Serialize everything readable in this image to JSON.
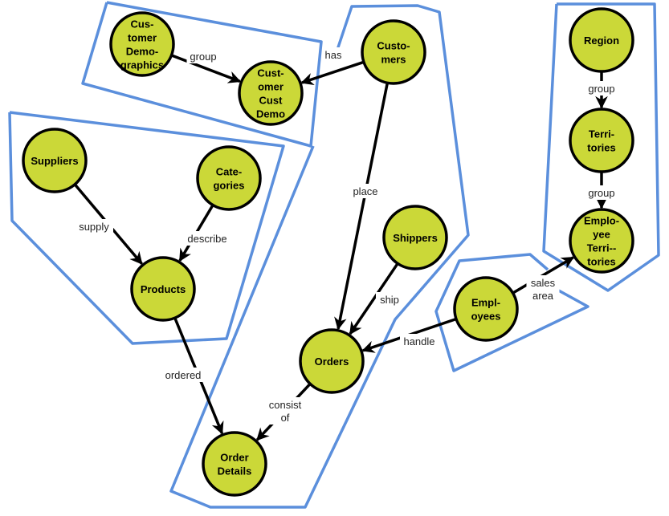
{
  "diagram": {
    "colors": {
      "node_fill": "#cbd838",
      "node_stroke": "#000000",
      "group_outline": "#5b8fdc",
      "edge": "#000000"
    },
    "nodes": [
      {
        "id": "customer-demographics",
        "lines": [
          "Cus-",
          "tomer",
          "Demo-",
          "graphics"
        ]
      },
      {
        "id": "customer-cust-demo",
        "lines": [
          "Cust-",
          "omer",
          "Cust",
          "Demo"
        ]
      },
      {
        "id": "customers",
        "lines": [
          "Custo-",
          "mers"
        ]
      },
      {
        "id": "suppliers",
        "lines": [
          "Suppliers"
        ]
      },
      {
        "id": "categories",
        "lines": [
          "Cate-",
          "gories"
        ]
      },
      {
        "id": "products",
        "lines": [
          "Products"
        ]
      },
      {
        "id": "shippers",
        "lines": [
          "Shippers"
        ]
      },
      {
        "id": "orders",
        "lines": [
          "Orders"
        ]
      },
      {
        "id": "order-details",
        "lines": [
          "Order",
          "Details"
        ]
      },
      {
        "id": "employees",
        "lines": [
          "Empl-",
          "oyees"
        ]
      },
      {
        "id": "region",
        "lines": [
          "Region"
        ]
      },
      {
        "id": "territories",
        "lines": [
          "Terri-",
          "tories"
        ]
      },
      {
        "id": "employee-territories",
        "lines": [
          "Emplo-",
          "yee",
          "Terri--",
          "tories"
        ]
      }
    ],
    "edges": [
      {
        "from": "customer-demographics",
        "to": "customer-cust-demo",
        "label": [
          "group"
        ]
      },
      {
        "from": "customers",
        "to": "customer-cust-demo",
        "label": [
          "has"
        ]
      },
      {
        "from": "suppliers",
        "to": "products",
        "label": [
          "supply"
        ]
      },
      {
        "from": "categories",
        "to": "products",
        "label": [
          "describe"
        ]
      },
      {
        "from": "customers",
        "to": "orders",
        "label": [
          "place"
        ]
      },
      {
        "from": "shippers",
        "to": "orders",
        "label": [
          "ship"
        ]
      },
      {
        "from": "employees",
        "to": "orders",
        "label": [
          "handle"
        ]
      },
      {
        "from": "products",
        "to": "order-details",
        "label": [
          "ordered"
        ]
      },
      {
        "from": "orders",
        "to": "order-details",
        "label": [
          "consist",
          "of"
        ]
      },
      {
        "from": "region",
        "to": "territories",
        "label": [
          "group"
        ]
      },
      {
        "from": "territories",
        "to": "employee-territories",
        "label": [
          "group"
        ]
      },
      {
        "from": "employees",
        "to": "employee-territories",
        "label": [
          "sales",
          "area"
        ]
      }
    ]
  }
}
